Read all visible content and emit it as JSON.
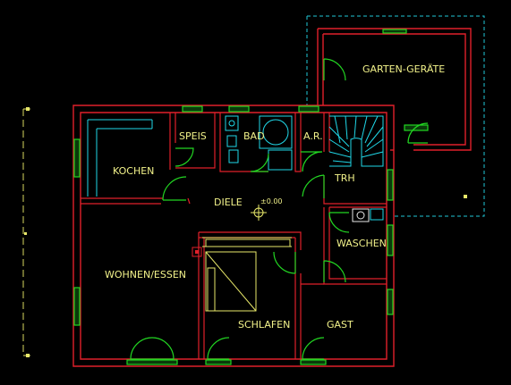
{
  "rooms": {
    "garage": "GARTEN-GERÄTE",
    "speis": "SPEIS",
    "bad": "BAD",
    "ar": "A.R.",
    "trh": "TRH",
    "kochen": "KOCHEN",
    "diele": "DIELE",
    "level": "±0.00",
    "waschen": "WASCHEN",
    "wohnen": "WOHNEN/ESSEN",
    "schlafen": "SCHLAFEN",
    "gast": "GAST"
  }
}
